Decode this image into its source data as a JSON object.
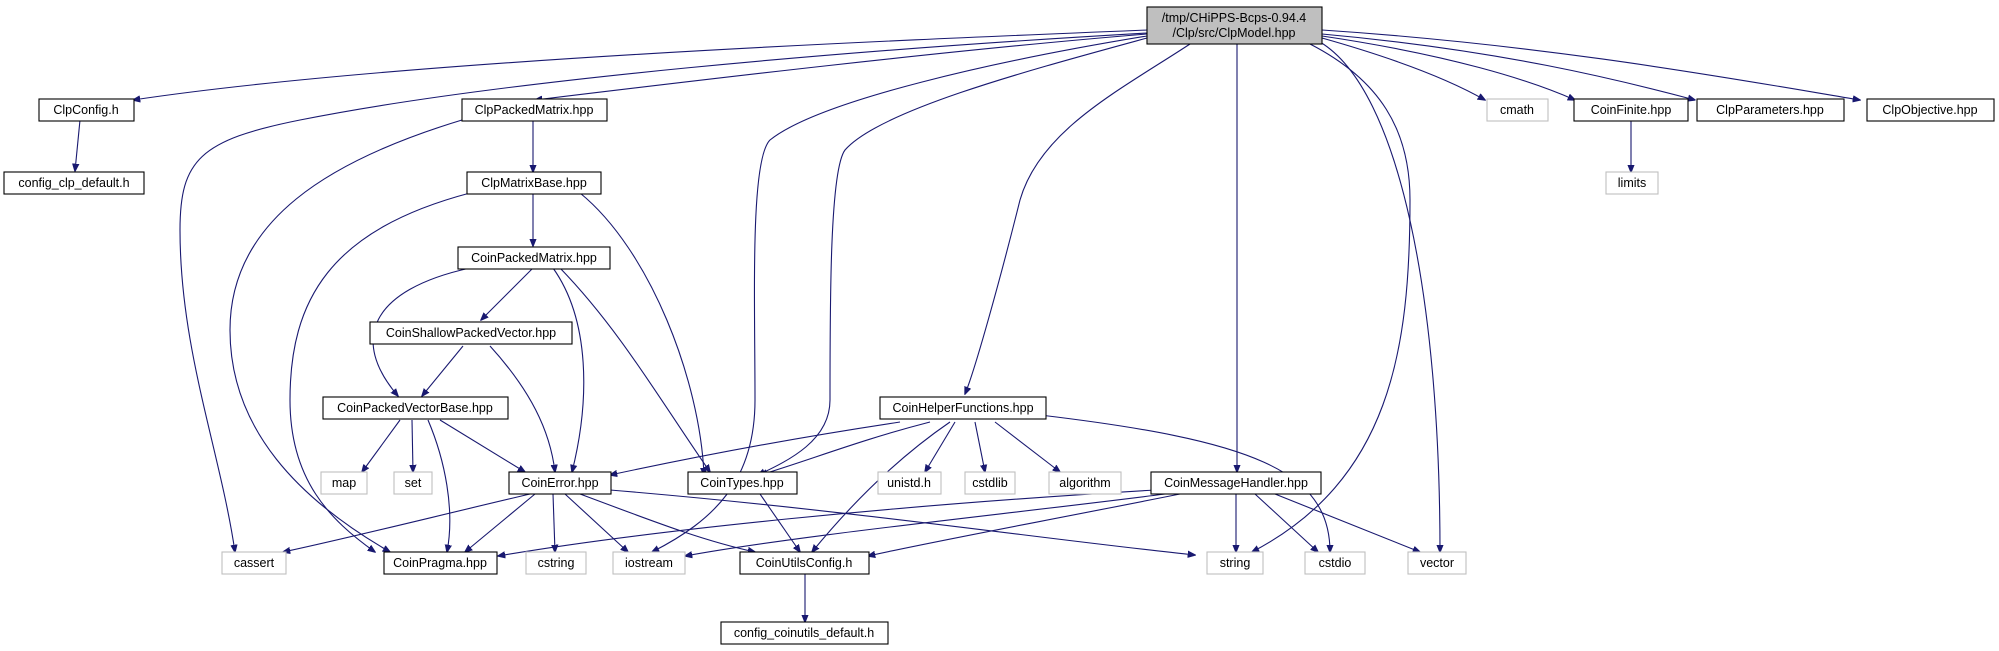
{
  "diagram": {
    "root": {
      "line1": "/tmp/CHiPPS-Bcps-0.94.4",
      "line2": "/Clp/src/ClpModel.hpp"
    },
    "nodes": {
      "clpconfig": "ClpConfig.h",
      "config_clp_default": "config_clp_default.h",
      "clppackedmatrix": "ClpPackedMatrix.hpp",
      "clpmatrixbase": "ClpMatrixBase.hpp",
      "coinpackedmatrix": "CoinPackedMatrix.hpp",
      "coinshallowpackedvector": "CoinShallowPackedVector.hpp",
      "coinpackedvectorbase": "CoinPackedVectorBase.hpp",
      "map": "map",
      "set": "set",
      "coinerror": "CoinError.hpp",
      "cointypes": "CoinTypes.hpp",
      "coinhelperfunctions": "CoinHelperFunctions.hpp",
      "unistd": "unistd.h",
      "cstdlib": "cstdlib",
      "algorithm": "algorithm",
      "coinmessagehandler": "CoinMessageHandler.hpp",
      "cassert": "cassert",
      "coinpragma": "CoinPragma.hpp",
      "cstring": "cstring",
      "iostream": "iostream",
      "coinutilsconfig": "CoinUtilsConfig.h",
      "string": "string",
      "cstdio": "cstdio",
      "vector": "vector",
      "config_coinutils_default": "config_coinutils_default.h",
      "cmath": "cmath",
      "coinfinite": "CoinFinite.hpp",
      "limits": "limits",
      "clpparameters": "ClpParameters.hpp",
      "clpobjective": "ClpObjective.hpp"
    },
    "colors": {
      "edge": "#191970",
      "root_fill": "#bfbfbf",
      "external_border": "#bfbfbf",
      "file_border": "#000000"
    }
  }
}
